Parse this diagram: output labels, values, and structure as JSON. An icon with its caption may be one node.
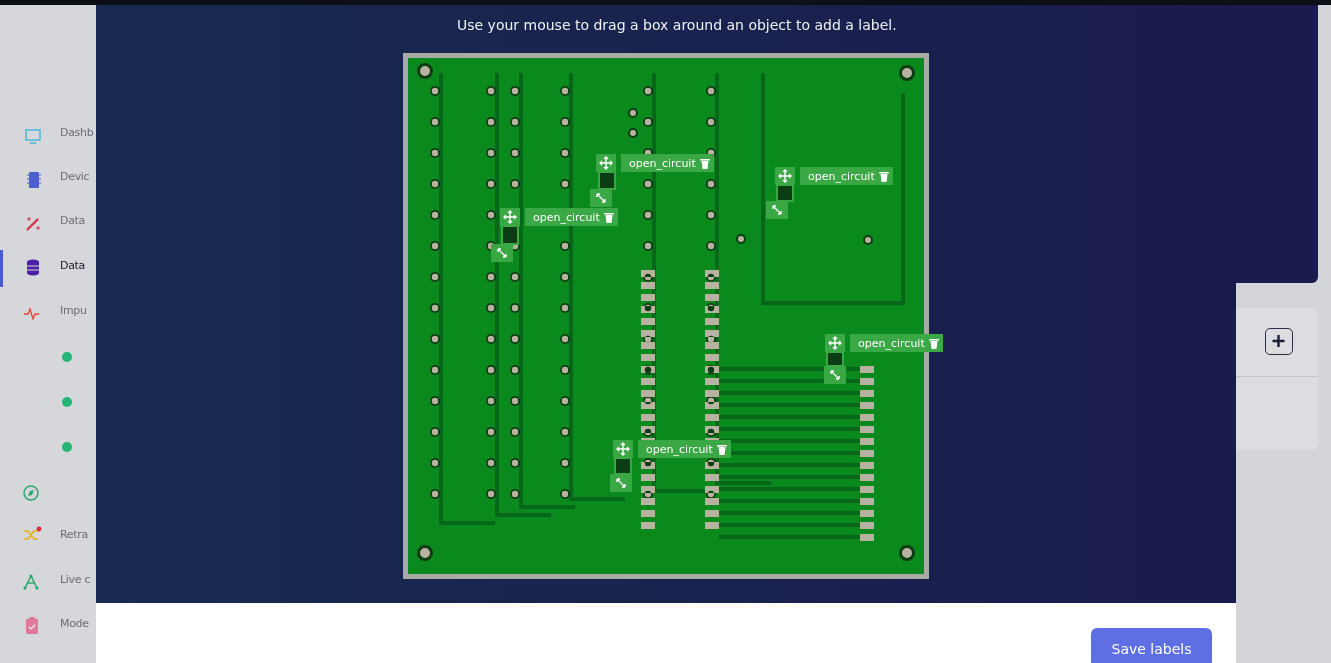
{
  "diagram": {
    "nodes": [
      {
        "text": [
          "open_circuit"
        ]
      },
      {
        "text": [
          "open_circuit"
        ]
      },
      {
        "text": [
          "open_circuit"
        ]
      },
      {
        "text": [
          "open_circuit"
        ]
      },
      {
        "text": [
          "open_circuit"
        ]
      }
    ],
    "edges": [],
    "labels": [
      "Use your mouse to drag a box around an object to add a label.",
      "Dashb",
      "Devic",
      "Data",
      "Data",
      "Impu",
      "Retra",
      "Live c",
      "Mode",
      "Save labels"
    ]
  }
}
